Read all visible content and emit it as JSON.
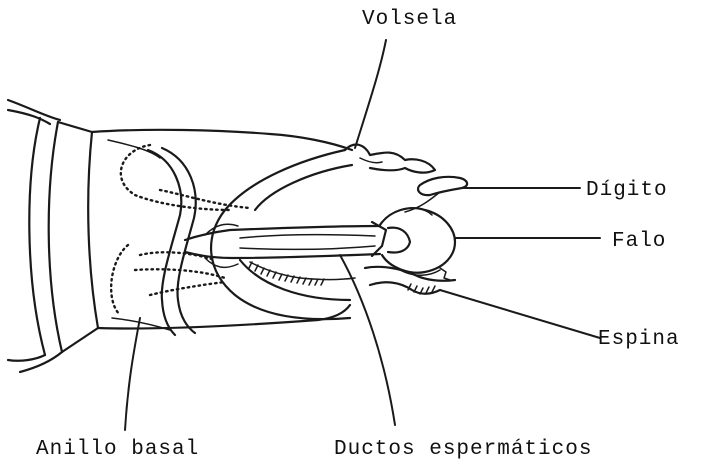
{
  "labels": {
    "volsela": "Volsela",
    "digito": "Dígito",
    "falo": "Falo",
    "espina": "Espina",
    "anillo_basal": "Anillo basal",
    "ductos": "Ductos espermáticos"
  }
}
